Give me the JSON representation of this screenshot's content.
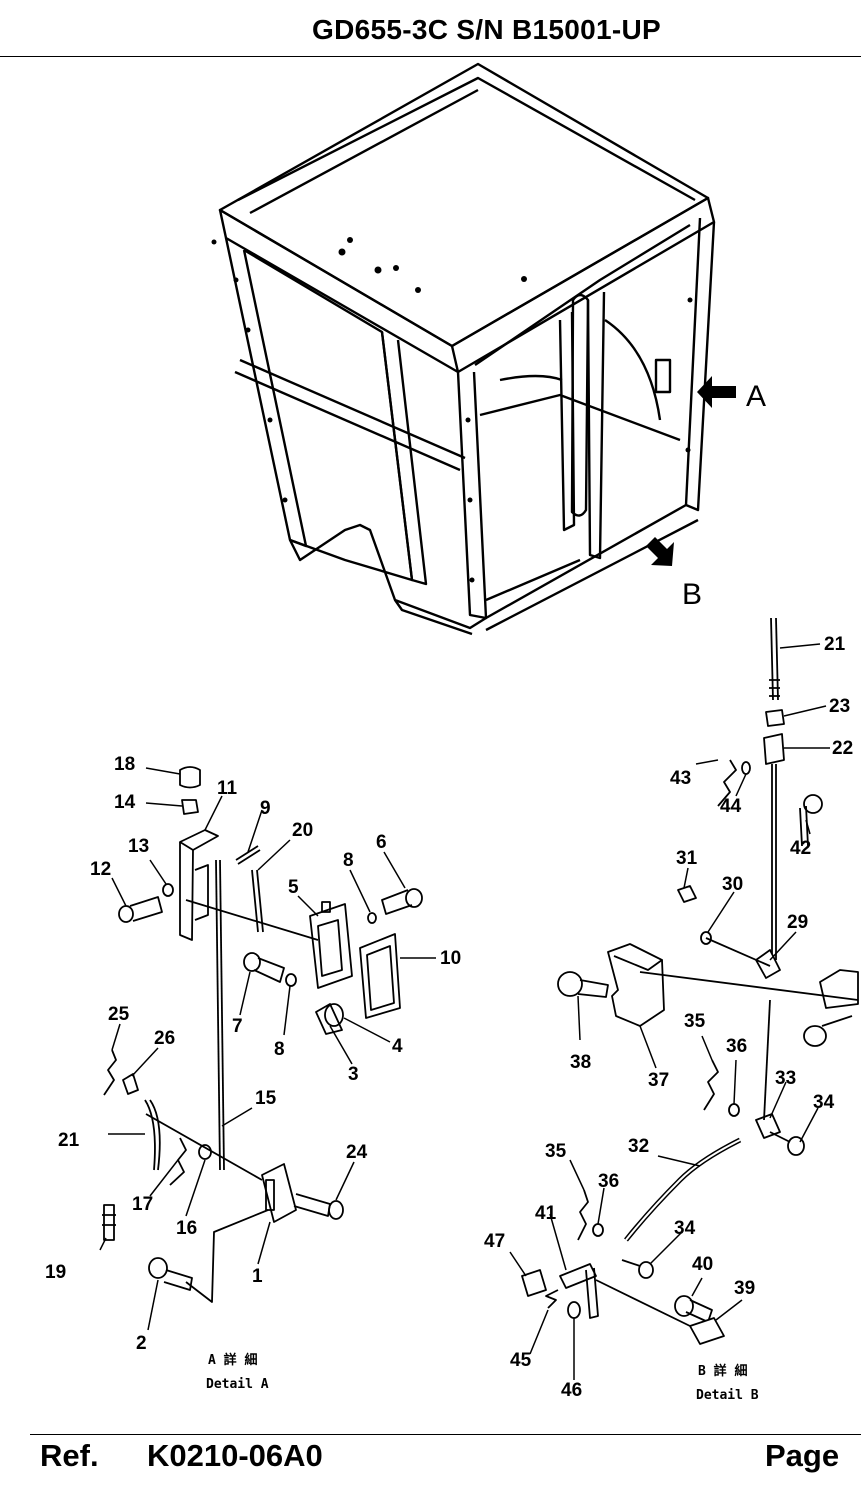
{
  "header": {
    "title": "GD655-3C S/N B15001-UP"
  },
  "footer": {
    "ref_label": "Ref.",
    "ref_code": "K0210-06A0",
    "page_label": "Page"
  },
  "views": {
    "a": "A",
    "b": "B"
  },
  "detail_a": {
    "jp": "A 詳 細",
    "en": "Detail A"
  },
  "detail_b": {
    "jp": "B 詳 細",
    "en": "Detail B"
  },
  "callouts": {
    "a": [
      "18",
      "14",
      "11",
      "9",
      "20",
      "6",
      "13",
      "12",
      "8",
      "5",
      "10",
      "7",
      "8",
      "4",
      "3",
      "25",
      "26",
      "15",
      "21",
      "24",
      "17",
      "16",
      "19",
      "1",
      "2"
    ],
    "b": [
      "21",
      "23",
      "22",
      "43",
      "44",
      "42",
      "31",
      "30",
      "29",
      "38",
      "37",
      "35",
      "36",
      "33",
      "34",
      "35",
      "36",
      "32",
      "41",
      "34",
      "47",
      "40",
      "39",
      "45",
      "46"
    ]
  },
  "colors": {
    "ink": "#000000",
    "paper": "#ffffff"
  }
}
